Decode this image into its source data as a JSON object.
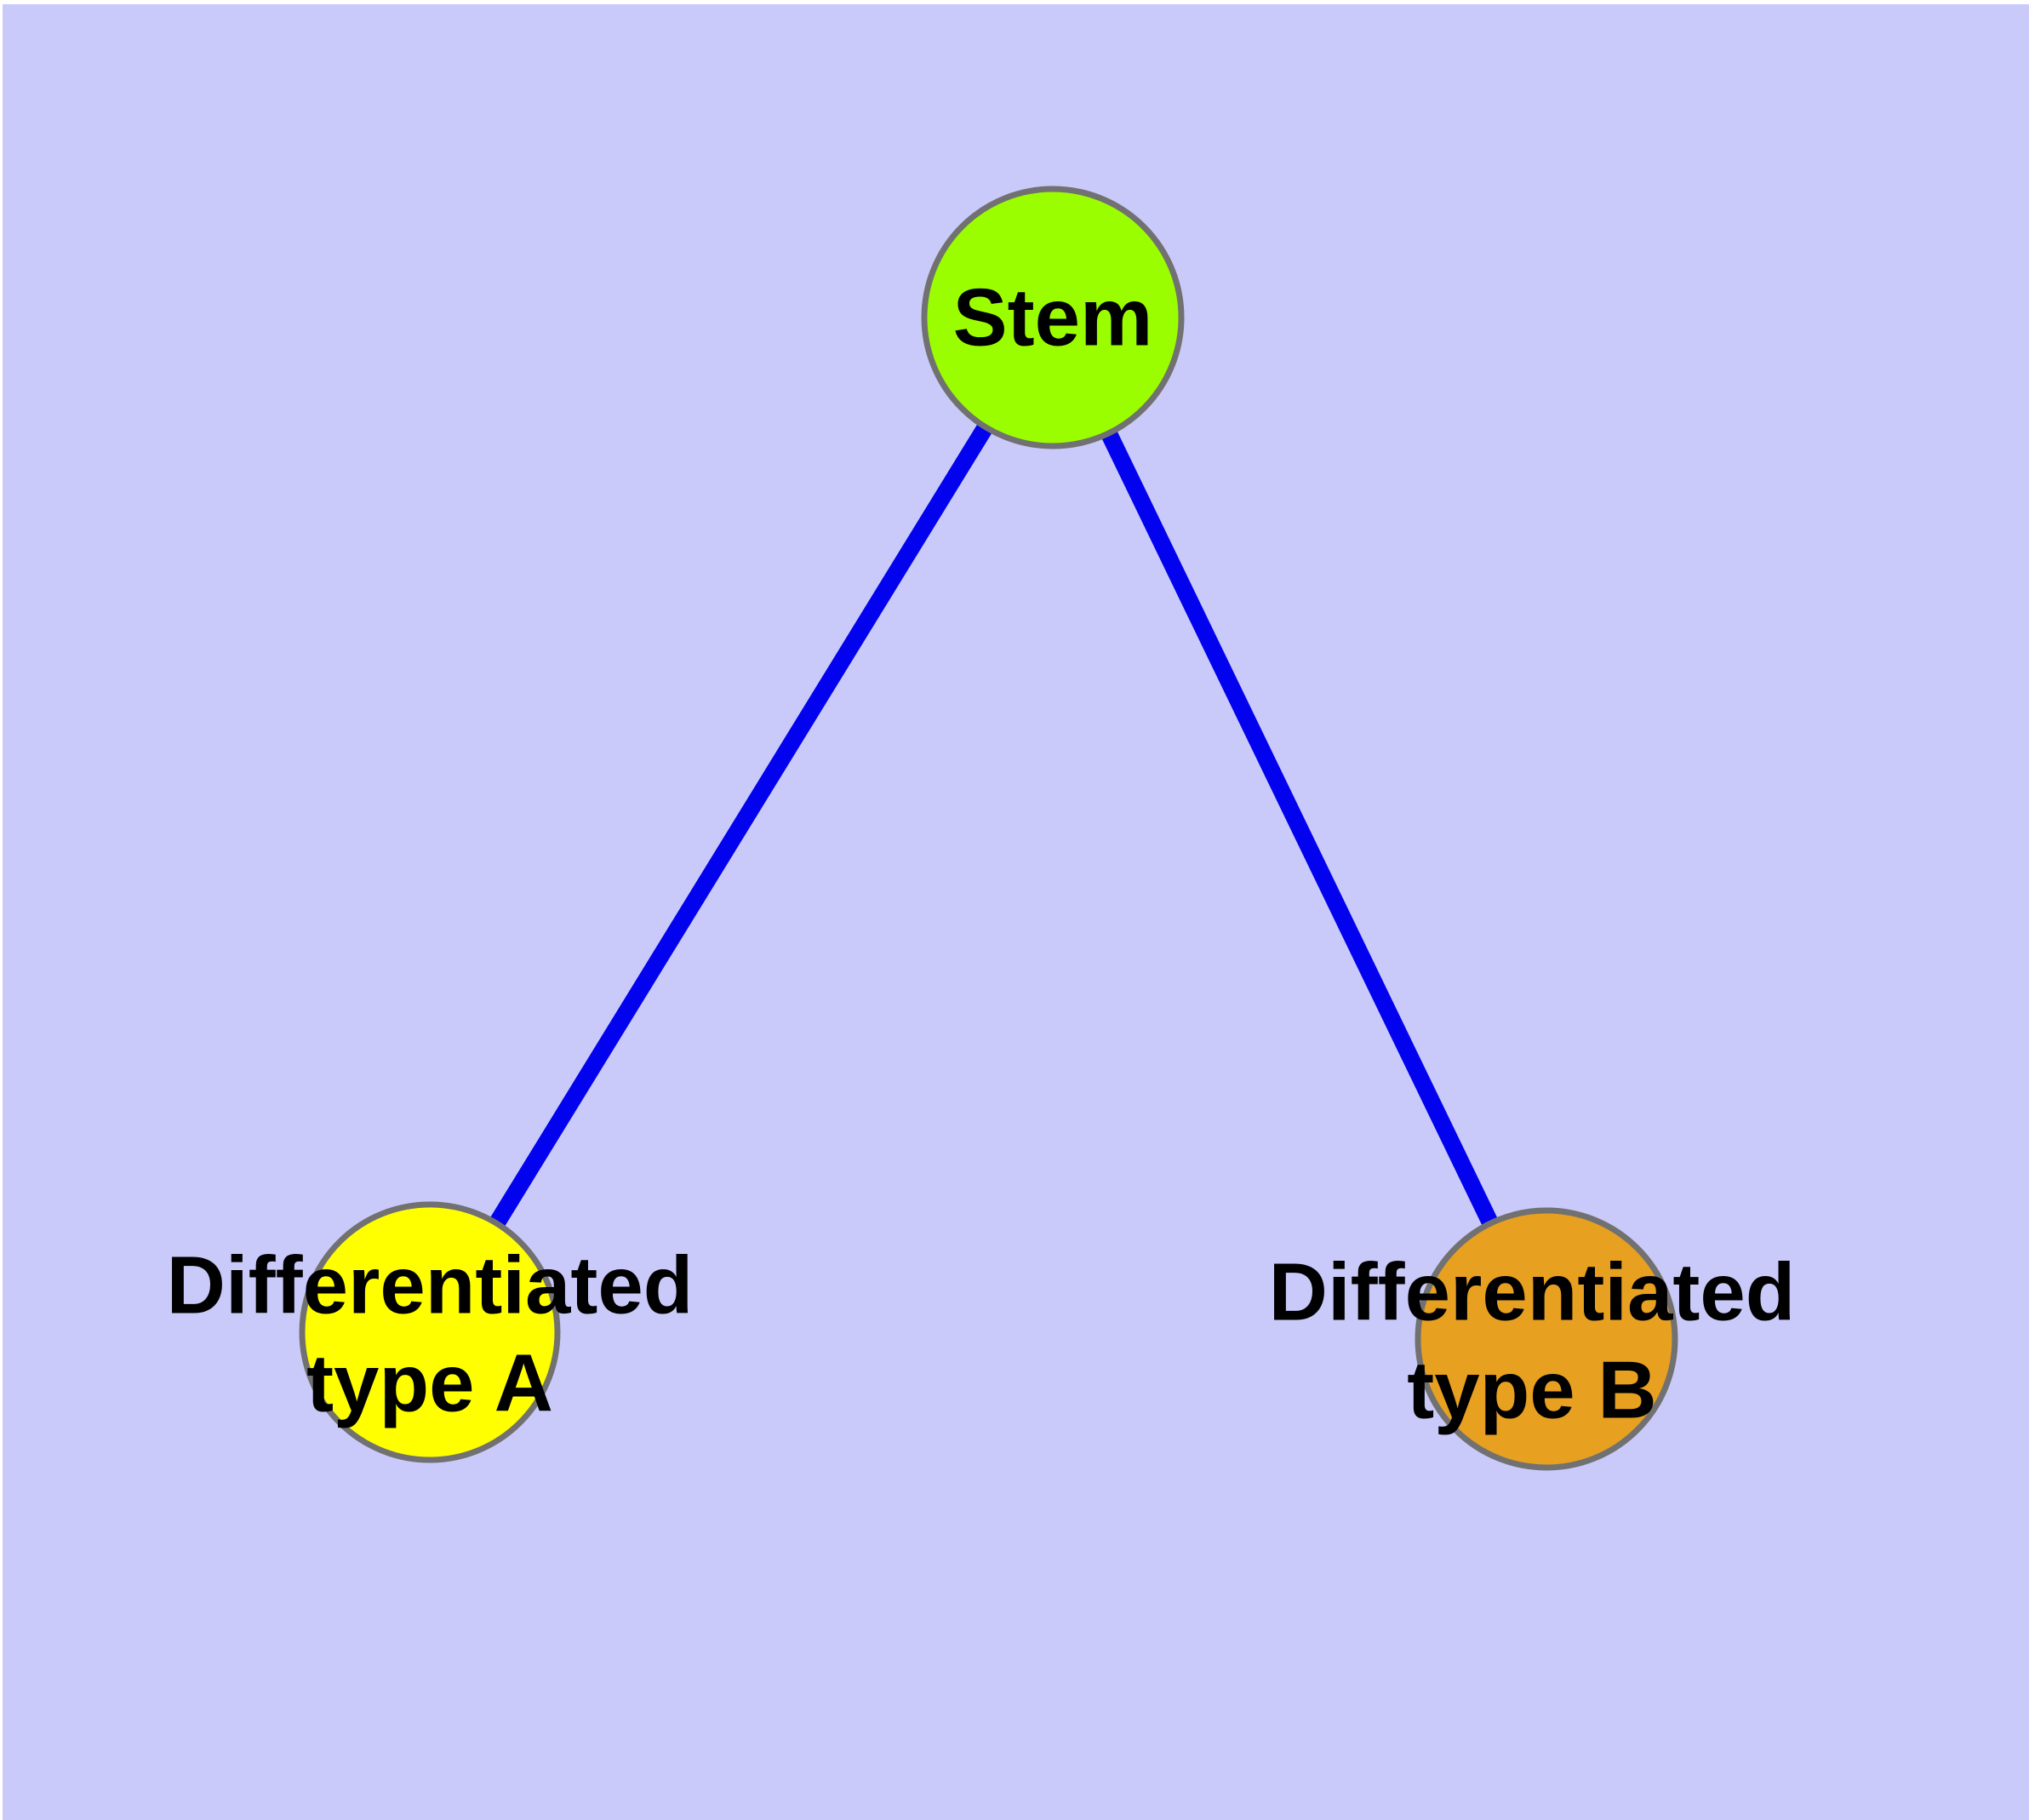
{
  "diagram": {
    "type": "node-link-graph",
    "background_color": "#cacafa",
    "page_color": "#ffffff",
    "edge_color": "#0202ee",
    "node_border_color": "#717171",
    "label_color": "#000000",
    "nodes": [
      {
        "id": "stem",
        "label": "Stem",
        "fill_color": "#9afe00"
      },
      {
        "id": "differentiated-type-a",
        "label": "Differentiated type A",
        "label_line1": "Differentiated",
        "label_line2": "type A",
        "fill_color": "#ffff00"
      },
      {
        "id": "differentiated-type-b",
        "label": "Differentiated type B",
        "label_line1": "Differentiated",
        "label_line2": "type B",
        "fill_color": "#e8a020"
      }
    ],
    "edges": [
      {
        "from": "Stem",
        "to": "Differentiated type A"
      },
      {
        "from": "Stem",
        "to": "Differentiated type B"
      }
    ]
  }
}
